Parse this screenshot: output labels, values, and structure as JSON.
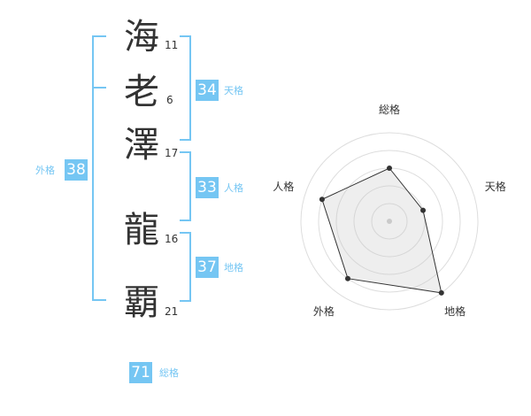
{
  "name": {
    "chars": [
      {
        "char": "海",
        "strokes": "11"
      },
      {
        "char": "老",
        "strokes": "6"
      },
      {
        "char": "澤",
        "strokes": "17"
      },
      {
        "char": "龍",
        "strokes": "16"
      },
      {
        "char": "覇",
        "strokes": "21"
      }
    ]
  },
  "fortune": {
    "tenkaku": {
      "label": "天格",
      "value": "34"
    },
    "jinkaku": {
      "label": "人格",
      "value": "33"
    },
    "chikaku": {
      "label": "地格",
      "value": "37"
    },
    "gaikaku": {
      "label": "外格",
      "value": "38"
    },
    "soukaku": {
      "label": "総格",
      "value": "71"
    }
  },
  "colors": {
    "accent": "#75c6f3",
    "text": "#333333"
  },
  "chart_data": {
    "type": "radar",
    "axes": [
      "総格",
      "天格",
      "地格",
      "外格",
      "人格"
    ],
    "values": [
      3,
      2,
      5,
      4,
      4
    ],
    "max": 5
  }
}
